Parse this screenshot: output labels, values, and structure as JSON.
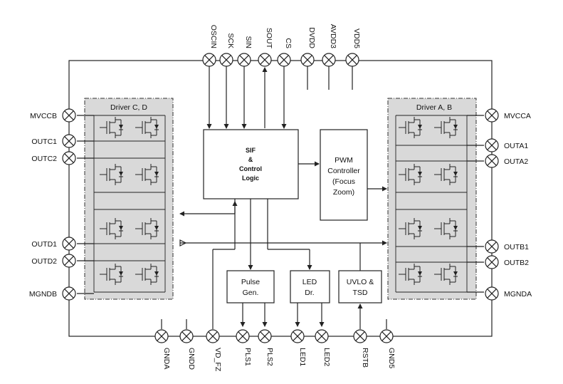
{
  "top_pins": [
    "OSCIN",
    "SCK",
    "SIN",
    "SOUT",
    "CS",
    "DVDD",
    "AVDD3",
    "VDD5"
  ],
  "bottom_pins": [
    "GNDA",
    "GNDD",
    "VD_FZ",
    "PLS1",
    "PLS2",
    "LED1",
    "LED2",
    "RSTB",
    "GND5"
  ],
  "left_pins": [
    "MVCCB",
    "OUTC1",
    "OUTC2",
    "OUTD1",
    "OUTD2",
    "MGNDB"
  ],
  "right_pins": [
    "MVCCA",
    "OUTA1",
    "OUTA2",
    "OUTB1",
    "OUTB2",
    "MGNDA"
  ],
  "blocks": {
    "driver_cd": "Driver C, D",
    "driver_ab": "Driver A, B",
    "sif": [
      "SIF",
      "&",
      "Control",
      "Logic"
    ],
    "pwm": [
      "PWM",
      "Controller",
      "(Focus",
      "Zoom)"
    ],
    "pulse": [
      "Pulse",
      "Gen."
    ],
    "led": [
      "LED",
      "Dr."
    ],
    "uvlo": [
      "UVLO &",
      "TSD"
    ]
  }
}
